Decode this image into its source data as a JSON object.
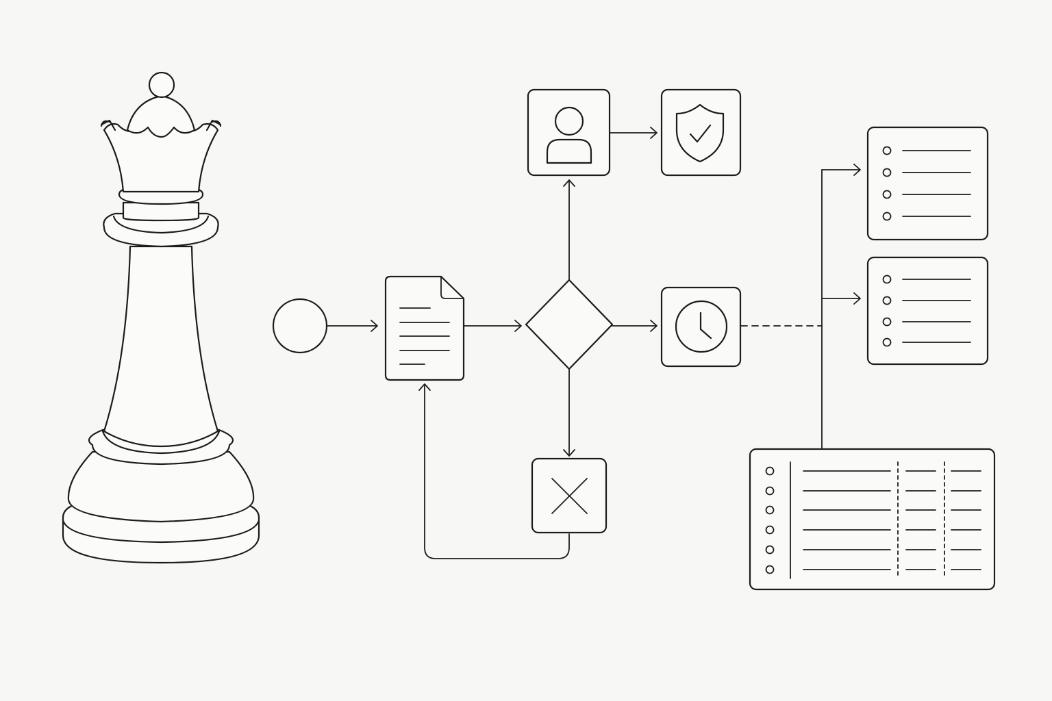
{
  "diagram": {
    "ink_color": "#1c1c1c",
    "background_color": "#f7f7f5",
    "decoration": {
      "icon": "queen-chess-piece"
    },
    "nodes": [
      {
        "id": "start",
        "shape": "circle"
      },
      {
        "id": "document",
        "shape": "document",
        "icon": "document-icon"
      },
      {
        "id": "decision",
        "shape": "diamond"
      },
      {
        "id": "user",
        "shape": "rounded-rect",
        "icon": "user-icon"
      },
      {
        "id": "security",
        "shape": "rounded-rect",
        "icon": "shield-check-icon"
      },
      {
        "id": "rejected",
        "shape": "rounded-rect",
        "icon": "close-icon"
      },
      {
        "id": "timer",
        "shape": "rounded-rect",
        "icon": "clock-icon"
      },
      {
        "id": "list-top",
        "shape": "rounded-rect",
        "icon": "bullet-list-icon",
        "rows": 4
      },
      {
        "id": "list-middle",
        "shape": "rounded-rect",
        "icon": "bullet-list-icon",
        "rows": 4
      },
      {
        "id": "data-table",
        "shape": "rounded-rect",
        "icon": "table-icon",
        "rows": 6,
        "columns": 3
      }
    ],
    "edges": [
      {
        "from": "start",
        "to": "document",
        "style": "solid",
        "arrow": true
      },
      {
        "from": "document",
        "to": "decision",
        "style": "solid",
        "arrow": true
      },
      {
        "from": "decision",
        "to": "user",
        "style": "solid",
        "arrow": true
      },
      {
        "from": "user",
        "to": "security",
        "style": "solid",
        "arrow": true
      },
      {
        "from": "decision",
        "to": "timer",
        "style": "solid",
        "arrow": true
      },
      {
        "from": "decision",
        "to": "rejected",
        "style": "solid",
        "arrow": true
      },
      {
        "from": "rejected",
        "to": "document",
        "style": "solid",
        "arrow": true
      },
      {
        "from": "timer",
        "to": "bus",
        "style": "dashed",
        "arrow": false
      },
      {
        "from": "bus",
        "to": "list-top",
        "style": "solid",
        "arrow": true
      },
      {
        "from": "bus",
        "to": "list-middle",
        "style": "solid",
        "arrow": true
      },
      {
        "from": "bus",
        "to": "data-table",
        "style": "solid",
        "arrow": false
      }
    ]
  }
}
